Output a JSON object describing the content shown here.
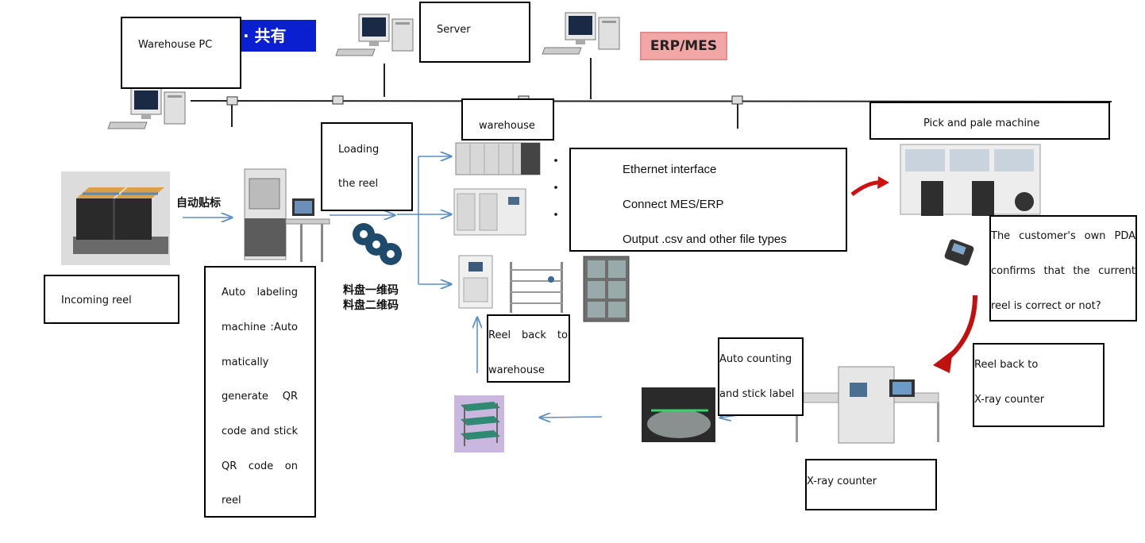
{
  "network": {
    "warehouse_pc": "Warehouse PC",
    "server": "Server",
    "erp_mes": "ERP/MES",
    "shared_tag": "· 共有"
  },
  "labels": {
    "warehouse": "warehouse",
    "pick_place": "Pick and pale machine",
    "loading_line1": "Loading",
    "loading_line2": "the reel",
    "incoming": "Incoming reel",
    "auto_label_stamp": "自动贴标",
    "reel_code_1": "料盘一维码",
    "reel_code_2": "料盘二维码",
    "reel_back_wh_line1": "Reel back to",
    "reel_back_wh_line2": "warehouse",
    "auto_count_line1": "Auto counting",
    "auto_count_line2": "and stick label",
    "reel_back_xray_line1": "Reel back to",
    "reel_back_xray_line2": "X-ray counter",
    "xray_counter": "X-ray counter"
  },
  "features": {
    "line1": "Ethernet interface",
    "line2": "Connect MES/ERP",
    "line3": "Output .csv and other file types"
  },
  "auto_labeling": {
    "lines": [
      "Auto labeling",
      "machine :Auto",
      "matically",
      "generate QR",
      "code and stick",
      "QR code on",
      "reel"
    ]
  },
  "pda": {
    "lines": [
      "The customer's own PDA",
      "confirms that the current",
      "reel is correct or not?"
    ]
  },
  "colors": {
    "arrow_blue": "#5b8fc7",
    "arrow_red": "#d01010",
    "tag_blue": "#0a1fd0",
    "tag_pink": "#f2a6a6"
  }
}
